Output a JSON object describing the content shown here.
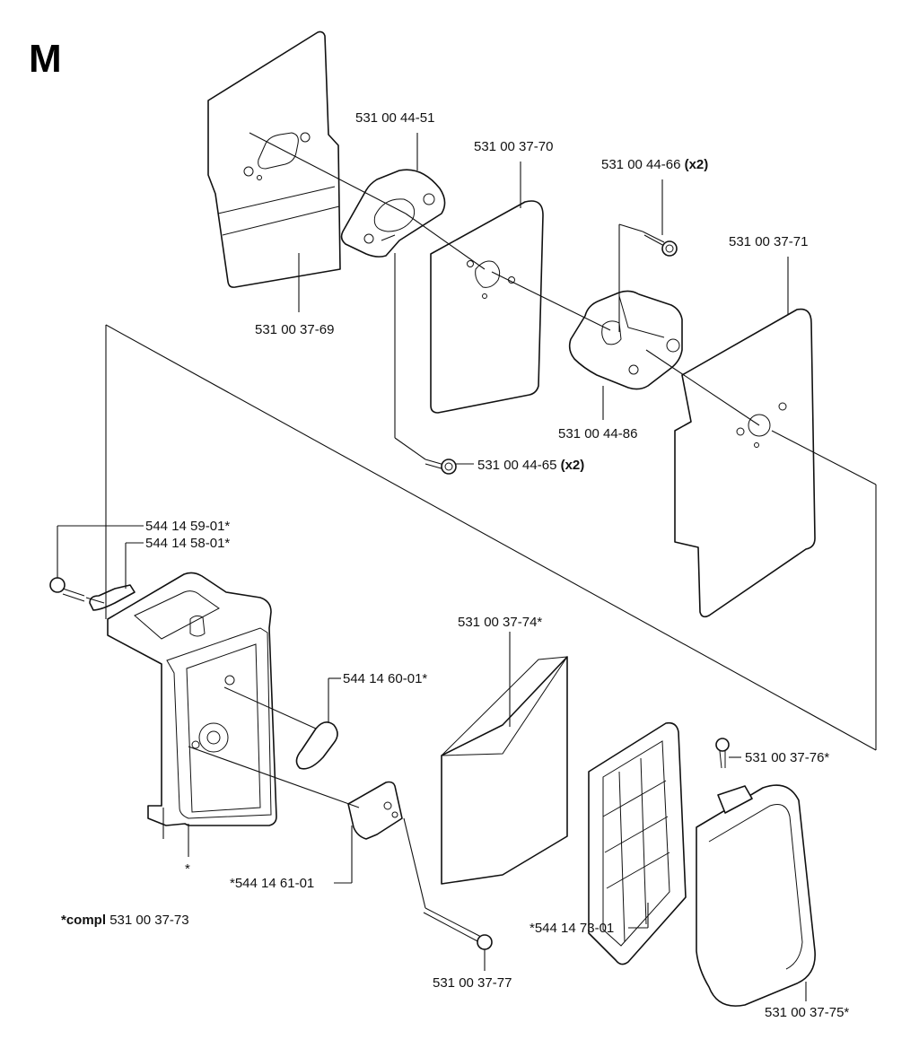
{
  "title": "M",
  "labels": {
    "p1": {
      "text": "531 00 44-51",
      "suffix": ""
    },
    "p2": {
      "text": "531 00 37-70",
      "suffix": ""
    },
    "p3": {
      "text": "531 00 44-66",
      "suffix": "(x2)"
    },
    "p4": {
      "text": "531 00 37-71",
      "suffix": ""
    },
    "p5": {
      "text": "531 00 37-69",
      "suffix": ""
    },
    "p6": {
      "text": "531 00 44-86",
      "suffix": ""
    },
    "p7": {
      "text": "531 00 44-65",
      "suffix": "(x2)"
    },
    "p8": {
      "text": "544 14 59-01*",
      "suffix": ""
    },
    "p9": {
      "text": "544 14 58-01*",
      "suffix": ""
    },
    "p10": {
      "text": "531 00 37-74*",
      "suffix": ""
    },
    "p11": {
      "text": "544 14 60-01*",
      "suffix": ""
    },
    "p12": {
      "text": "531 00 37-76*",
      "suffix": ""
    },
    "p13": {
      "text": "*544 14 61-01",
      "suffix": ""
    },
    "p14": {
      "text": "*544 14 73-01",
      "suffix": ""
    },
    "p15": {
      "text": "531 00 37-77",
      "suffix": ""
    },
    "p16": {
      "text": "531 00 37-75*",
      "suffix": ""
    },
    "asterisk": {
      "text": "*",
      "suffix": ""
    }
  },
  "compl": {
    "prefix": "*compl",
    "text": "531 00 37-73"
  }
}
